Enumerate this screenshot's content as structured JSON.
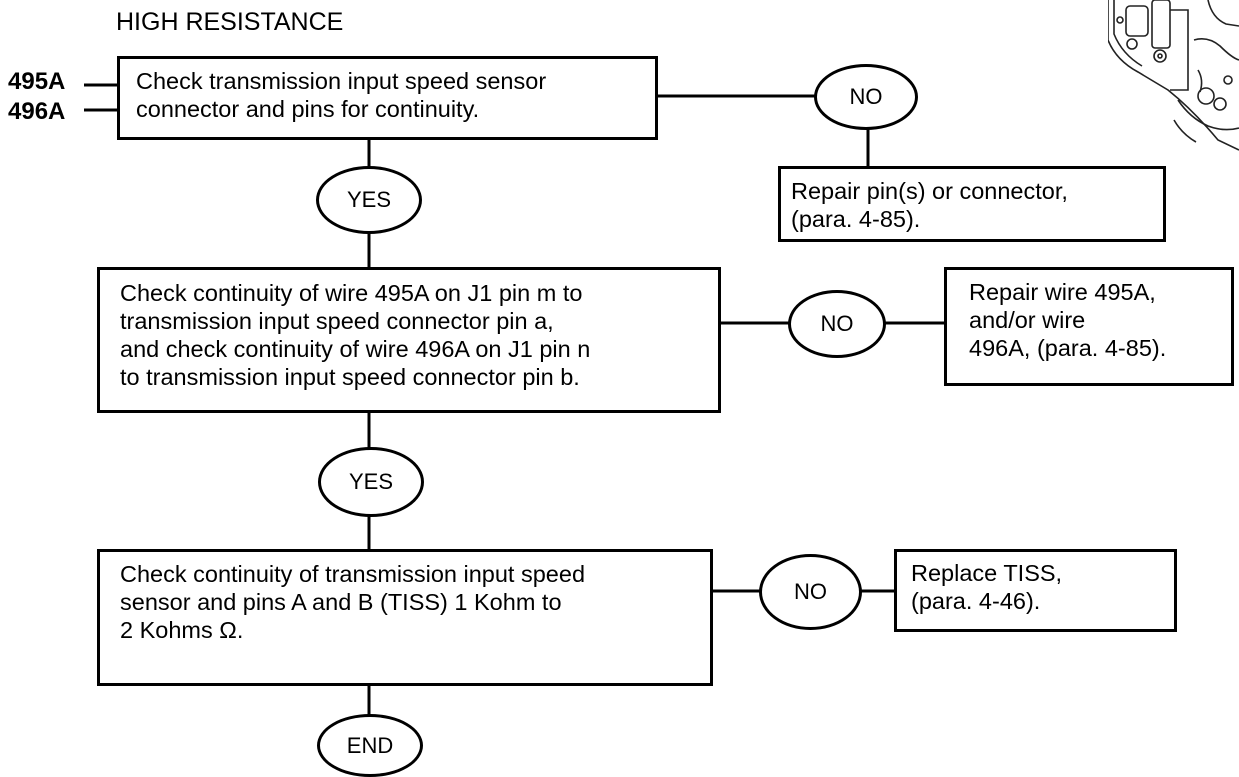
{
  "heading": "HIGH RESISTANCE",
  "wire_labels": [
    "495A",
    "496A"
  ],
  "step1": {
    "lines": [
      "Check transmission input speed sensor",
      "connector and pins for continuity."
    ],
    "no_label": "NO",
    "no_action": [
      "Repair pin(s) or connector,",
      "(para. 4-85)."
    ],
    "yes_label": "YES"
  },
  "step2": {
    "lines": [
      "Check continuity of wire 495A on J1 pin m to",
      "transmission input speed connector pin a,",
      "and check continuity of wire 496A on J1 pin n",
      "to transmission input speed connector pin b."
    ],
    "no_label": "NO",
    "no_action": [
      "Repair wire 495A,",
      "and/or wire",
      "496A, (para. 4-85)."
    ],
    "yes_label": "YES"
  },
  "step3": {
    "lines": [
      "Check continuity of transmission input speed",
      "sensor and pins A and B (TISS) 1 Kohm to",
      "2 Kohms Ω."
    ],
    "no_label": "NO",
    "no_action": [
      "Replace TISS,",
      "(para. 4-46)."
    ]
  },
  "end_label": "END"
}
